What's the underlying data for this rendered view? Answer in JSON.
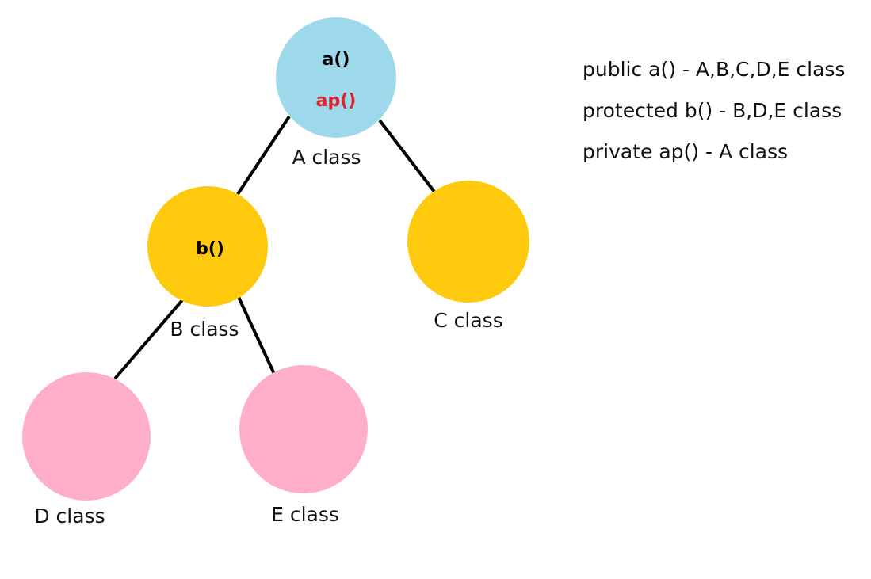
{
  "diagram": {
    "nodes": {
      "a": {
        "label": "A class",
        "methods": [
          {
            "text": "a()",
            "color": "#000000"
          },
          {
            "text": "ap()",
            "color": "#e0202a"
          }
        ],
        "fill": "#9dd9ea"
      },
      "b": {
        "label": "B class",
        "methods": [
          {
            "text": "b()",
            "color": "#000000"
          }
        ],
        "fill": "#ffc90e"
      },
      "c": {
        "label": "C class",
        "methods": [],
        "fill": "#ffc90e"
      },
      "d": {
        "label": "D class",
        "methods": [],
        "fill": "#ffaec9"
      },
      "e": {
        "label": "E class",
        "methods": [],
        "fill": "#ffaec9"
      }
    },
    "edges": [
      {
        "from": "a",
        "to": "b"
      },
      {
        "from": "a",
        "to": "c"
      },
      {
        "from": "b",
        "to": "d"
      },
      {
        "from": "b",
        "to": "e"
      }
    ]
  },
  "legend": [
    "public a() - A,B,C,D,E class",
    "protected b() - B,D,E class",
    "private ap() - A class"
  ]
}
